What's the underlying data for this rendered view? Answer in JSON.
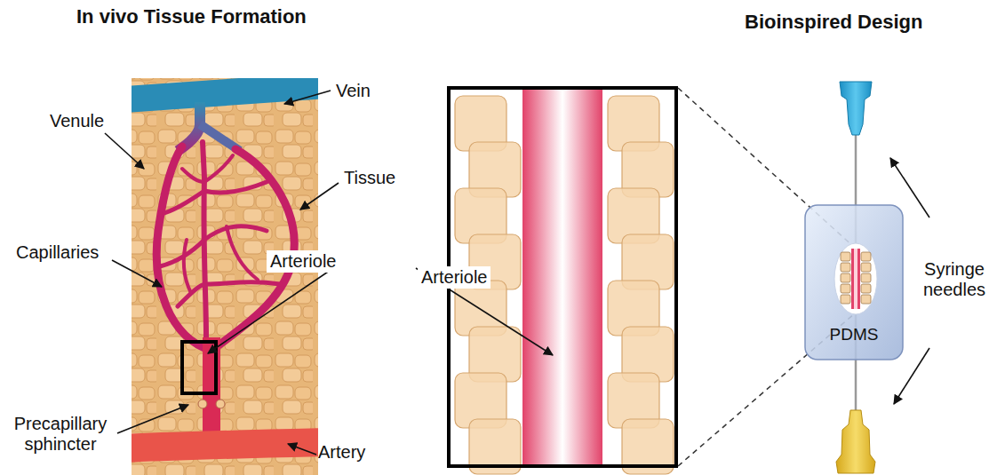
{
  "diagram": {
    "nodes": [
      {
        "text": [
          "PDMS"
        ]
      }
    ],
    "labels": [
      "In vivo Tissue Formation",
      "Bioinspired Design",
      "Vein",
      "Venule",
      "Tissue",
      "Capillaries",
      "Arteriole",
      "Arteriole",
      "Precapillary sphincter",
      "Artery",
      "Syringe needles"
    ]
  }
}
